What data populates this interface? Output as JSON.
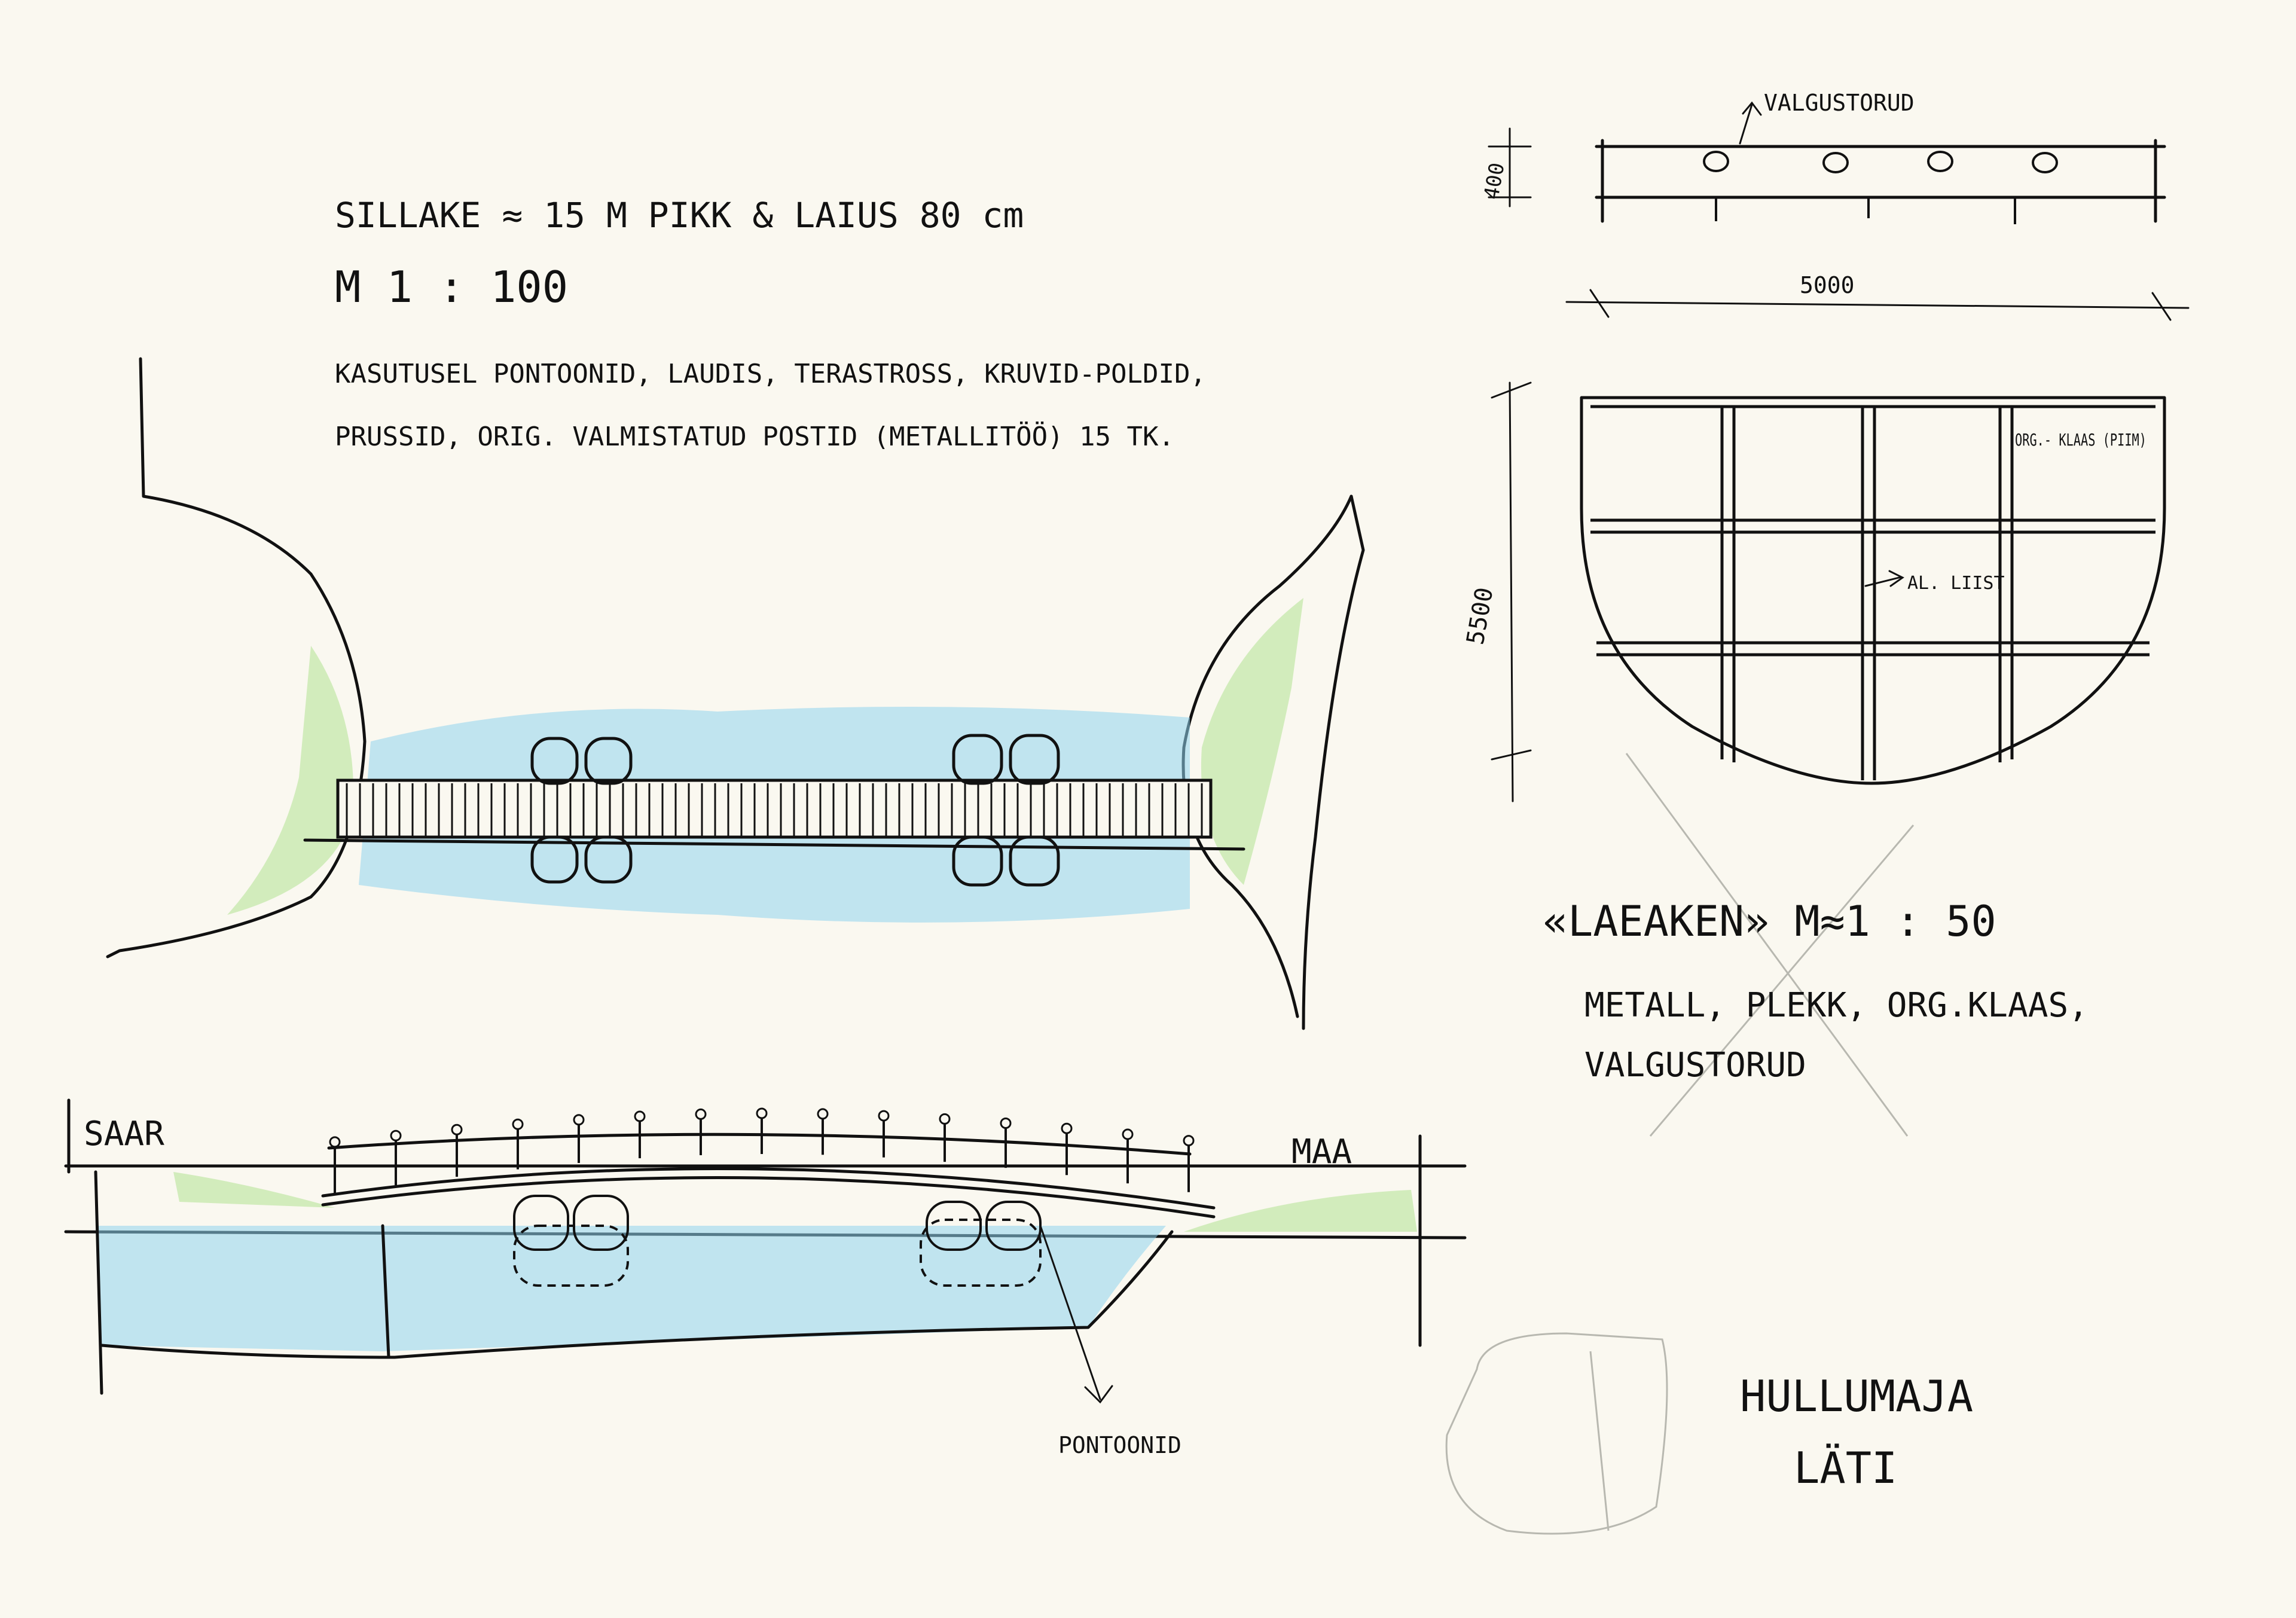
{
  "bridge": {
    "title": "SILLAKE ≈ 15 M PIKK & LAIUS 80 cm",
    "scale": "M 1 : 100",
    "materials_line1": "KASUTUSEL PONTOONID, LAUDIS, TERASTROSS, KRUVID-POLDID,",
    "materials_line2": "PRUSSID, ORIG. VALMISTATUD POSTID (METALLITÖÖ) 15 TK.",
    "side_left_label": "SAAR",
    "side_right_label": "MAA",
    "pontoon_label": "PONTOONID"
  },
  "skylight": {
    "top_label": "VALGUSTORUD",
    "dim_height_small": "400",
    "dim_width": "5000",
    "dim_height": "5500",
    "pane_label": "ORG.- KLAAS (PIIM)",
    "strip_label": "AL. LIIST",
    "title": "«LAEAKEN» M≈1 : 50",
    "materials_line1": "METALL, PLEKK, ORG.KLAAS,",
    "materials_line2": "VALGUSTORUD"
  },
  "footer": {
    "name_line1": "HULLUMAJA",
    "name_line2": "LÄTI"
  },
  "colors": {
    "water": "#8fd3ef",
    "grass": "#b7e59a",
    "ink": "#111111",
    "paper": "#faf8f0"
  }
}
